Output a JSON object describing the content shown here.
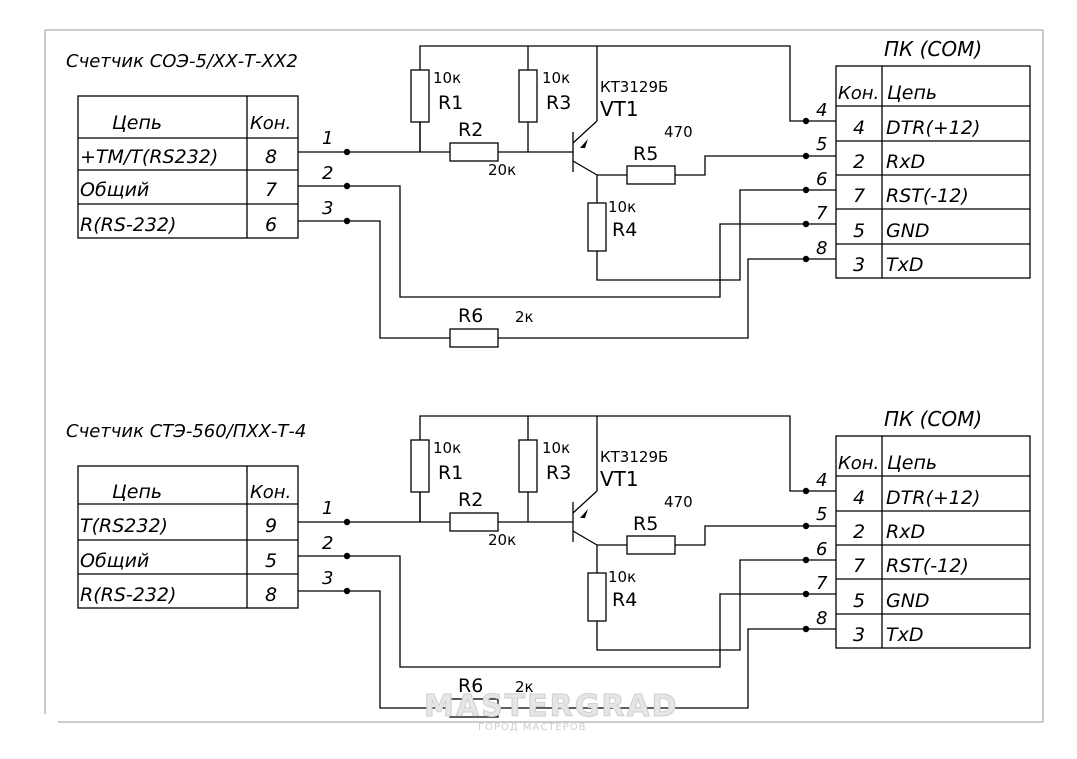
{
  "watermark": {
    "brand": "MASTERGRAD",
    "tagline": "ГОРОД МАСТЕРОВ"
  },
  "circuits": [
    {
      "title": "Счетчик СОЭ-5/ХХ-Т-ХХ2",
      "meter_table": {
        "headers": [
          "Цепь",
          "Кон."
        ],
        "rows": [
          {
            "signal": "+ТМ/Т(RS232)",
            "pin": "8",
            "wire": "1"
          },
          {
            "signal": "Общий",
            "pin": "7",
            "wire": "2"
          },
          {
            "signal": "R(RS-232)",
            "pin": "6",
            "wire": "3"
          }
        ]
      },
      "pc_title": "ПК (COM)",
      "pc_table": {
        "headers": [
          "Кон.",
          "Цепь"
        ],
        "rows": [
          {
            "pin": "4",
            "signal": "DTR(+12)",
            "wire": "4"
          },
          {
            "pin": "2",
            "signal": "RxD",
            "wire": "5"
          },
          {
            "pin": "7",
            "signal": "RST(-12)",
            "wire": "6"
          },
          {
            "pin": "5",
            "signal": "GND",
            "wire": "7"
          },
          {
            "pin": "3",
            "signal": "TxD",
            "wire": "8"
          }
        ]
      },
      "components": {
        "r1": {
          "name": "R1",
          "value": "10к"
        },
        "r2": {
          "name": "R2",
          "value": "20к"
        },
        "r3": {
          "name": "R3",
          "value": "10к"
        },
        "r4": {
          "name": "R4",
          "value": "10к"
        },
        "r5": {
          "name": "R5",
          "value": "470"
        },
        "r6": {
          "name": "R6",
          "value": "2к"
        },
        "vt1": {
          "name": "VT1",
          "type": "КТ3129Б"
        }
      }
    },
    {
      "title": "Счетчик СТЭ-560/ПХХ-Т-4",
      "meter_table": {
        "headers": [
          "Цепь",
          "Кон."
        ],
        "rows": [
          {
            "signal": "Т(RS232)",
            "pin": "9",
            "wire": "1"
          },
          {
            "signal": "Общий",
            "pin": "5",
            "wire": "2"
          },
          {
            "signal": "R(RS-232)",
            "pin": "8",
            "wire": "3"
          }
        ]
      },
      "pc_title": "ПК (COM)",
      "pc_table": {
        "headers": [
          "Кон.",
          "Цепь"
        ],
        "rows": [
          {
            "pin": "4",
            "signal": "DTR(+12)",
            "wire": "4"
          },
          {
            "pin": "2",
            "signal": "RxD",
            "wire": "5"
          },
          {
            "pin": "7",
            "signal": "RST(-12)",
            "wire": "6"
          },
          {
            "pin": "5",
            "signal": "GND",
            "wire": "7"
          },
          {
            "pin": "3",
            "signal": "TxD",
            "wire": "8"
          }
        ]
      },
      "components": {
        "r1": {
          "name": "R1",
          "value": "10к"
        },
        "r2": {
          "name": "R2",
          "value": "20к"
        },
        "r3": {
          "name": "R3",
          "value": "10к"
        },
        "r4": {
          "name": "R4",
          "value": "10к"
        },
        "r5": {
          "name": "R5",
          "value": "470"
        },
        "r6": {
          "name": "R6",
          "value": "2к"
        },
        "vt1": {
          "name": "VT1",
          "type": "КТ3129Б"
        }
      }
    }
  ]
}
